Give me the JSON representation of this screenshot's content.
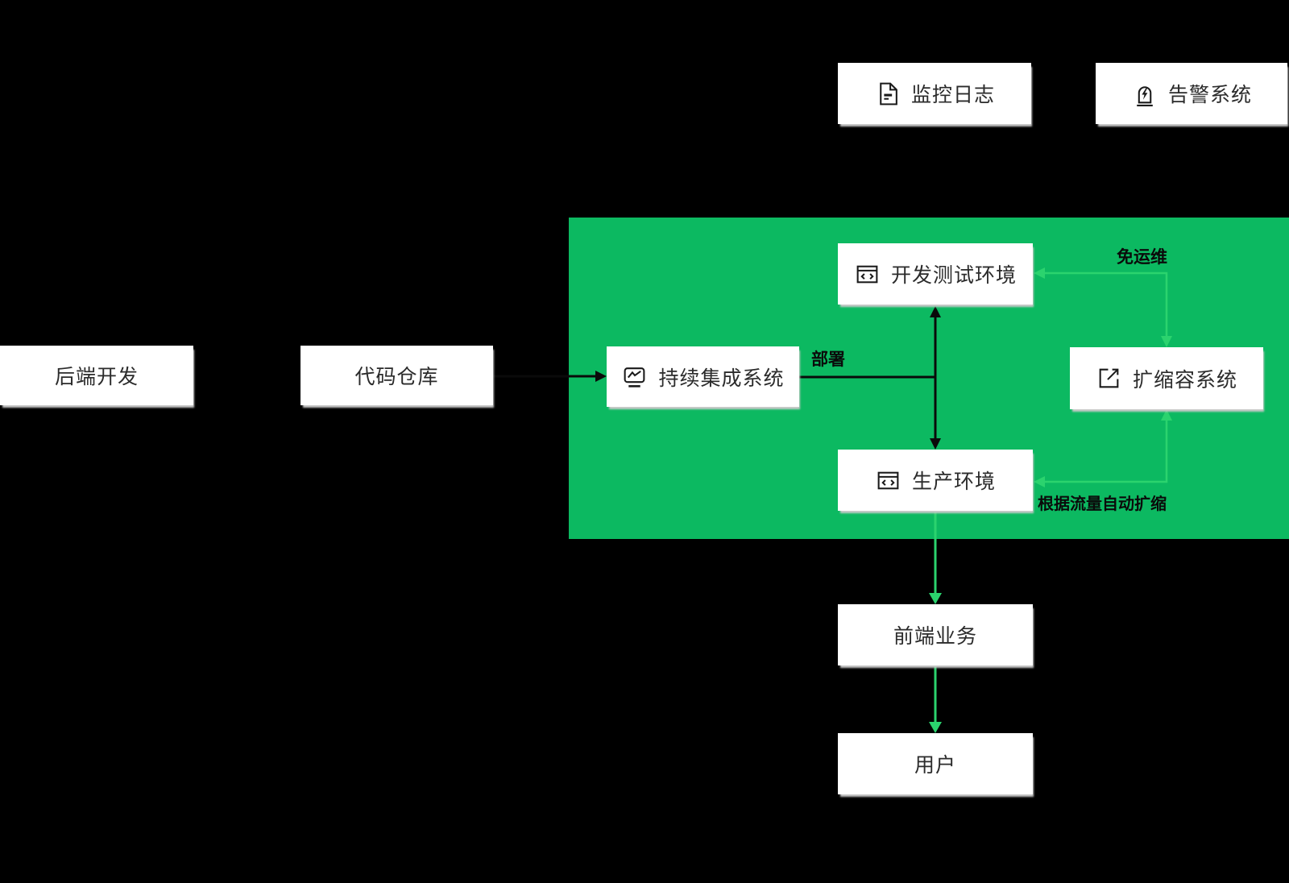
{
  "diagram": {
    "title_hint": "serverless-cicd-architecture",
    "zone_color": "#0CB961",
    "arrow_green": "#2BD36E",
    "arrow_black": "#0a0a0a",
    "node_bg": "#ffffff",
    "node_text_color": "#2b2b2b"
  },
  "nodes": {
    "backend": {
      "label": "后端开发"
    },
    "repo": {
      "label": "代码仓库"
    },
    "ci": {
      "label": "持续集成系统",
      "icon": "activity-monitor-icon"
    },
    "monitor": {
      "label": "监控日志",
      "icon": "log-file-icon"
    },
    "alert": {
      "label": "告警系统",
      "icon": "alarm-siren-icon"
    },
    "devtest": {
      "label": "开发测试环境",
      "icon": "browser-window-icon"
    },
    "prod": {
      "label": "生产环境",
      "icon": "browser-window-icon"
    },
    "scaler": {
      "label": "扩缩容系统",
      "icon": "scale-out-icon"
    },
    "frontend": {
      "label": "前端业务"
    },
    "user": {
      "label": "用户"
    }
  },
  "labels": {
    "deploy": "部署",
    "free_ops": "免运维",
    "auto_scale": "根据流量自动扩缩"
  }
}
